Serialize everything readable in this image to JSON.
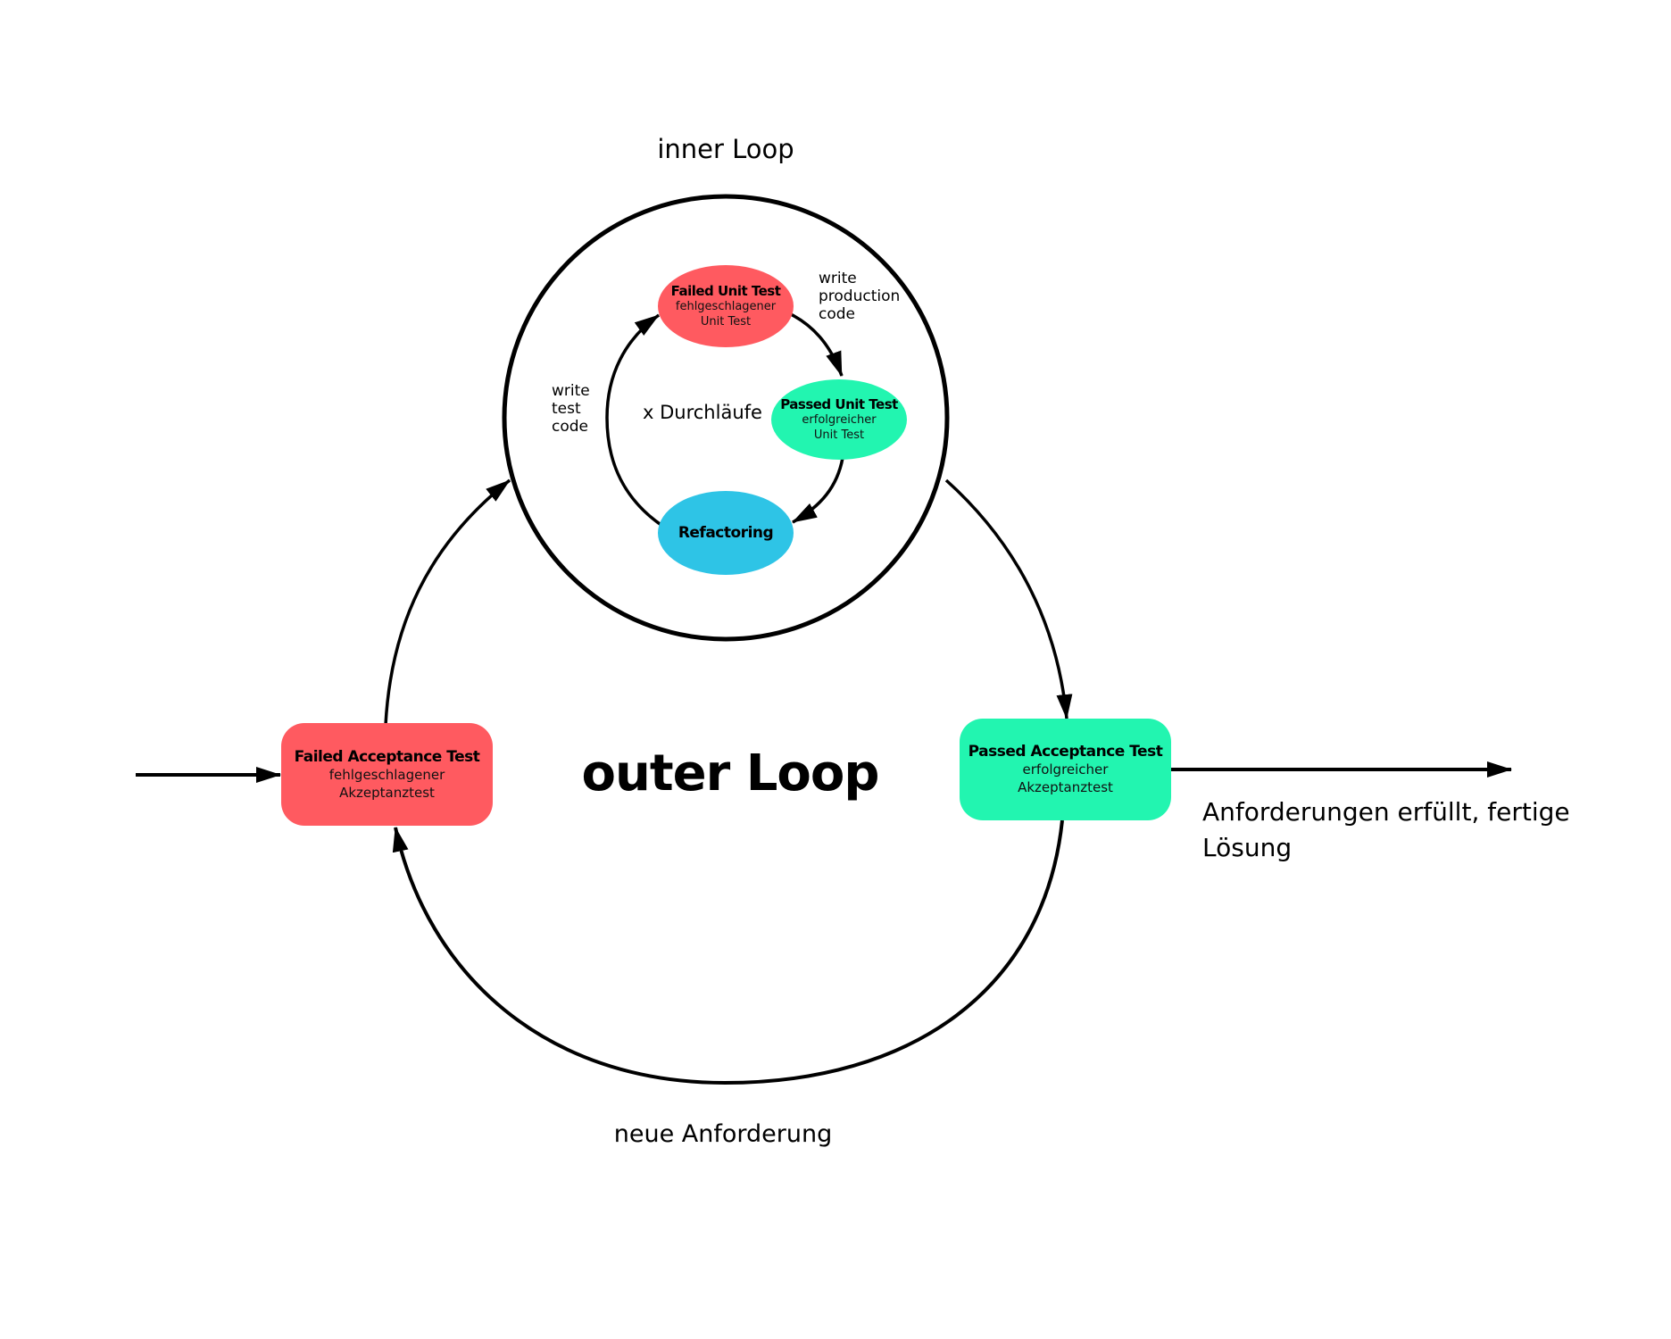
{
  "colors": {
    "failed": "#ff5a60",
    "passed": "#22f5b0",
    "refactoring": "#2ec4e6",
    "line": "#000000"
  },
  "inner_loop": {
    "title": "inner Loop",
    "iterations_label": "x Durchläufe",
    "nodes": [
      {
        "id": "failed-unit-test",
        "title": "Failed Unit Test",
        "subtitle_line1": "fehlgeschlagener",
        "subtitle_line2": "Unit Test"
      },
      {
        "id": "passed-unit-test",
        "title": "Passed Unit Test",
        "subtitle_line1": "erfolgreicher",
        "subtitle_line2": "Unit Test"
      },
      {
        "id": "refactoring",
        "title": "Refactoring"
      }
    ],
    "edges": [
      {
        "from": "failed-unit-test",
        "to": "passed-unit-test",
        "label": "write production code"
      },
      {
        "from": "passed-unit-test",
        "to": "refactoring",
        "label": ""
      },
      {
        "from": "refactoring",
        "to": "failed-unit-test",
        "label": "write test code"
      }
    ]
  },
  "outer_loop": {
    "title": "outer Loop",
    "nodes": [
      {
        "id": "failed-acceptance-test",
        "title": "Failed Acceptance Test",
        "subtitle_line1": "fehlgeschlagener",
        "subtitle_line2": "Akzeptanztest"
      },
      {
        "id": "passed-acceptance-test",
        "title": "Passed Acceptance Test",
        "subtitle_line1": "erfolgreicher",
        "subtitle_line2": "Akzeptanztest"
      }
    ],
    "edges": [
      {
        "from": "entry",
        "to": "failed-acceptance-test",
        "label": ""
      },
      {
        "from": "failed-acceptance-test",
        "to": "inner-loop",
        "label": ""
      },
      {
        "from": "inner-loop",
        "to": "passed-acceptance-test",
        "label": ""
      },
      {
        "from": "passed-acceptance-test",
        "to": "failed-acceptance-test",
        "label": "neue Anforderung"
      },
      {
        "from": "passed-acceptance-test",
        "to": "exit",
        "label": "Anforderungen erfüllt, fertige Lösung"
      }
    ]
  }
}
